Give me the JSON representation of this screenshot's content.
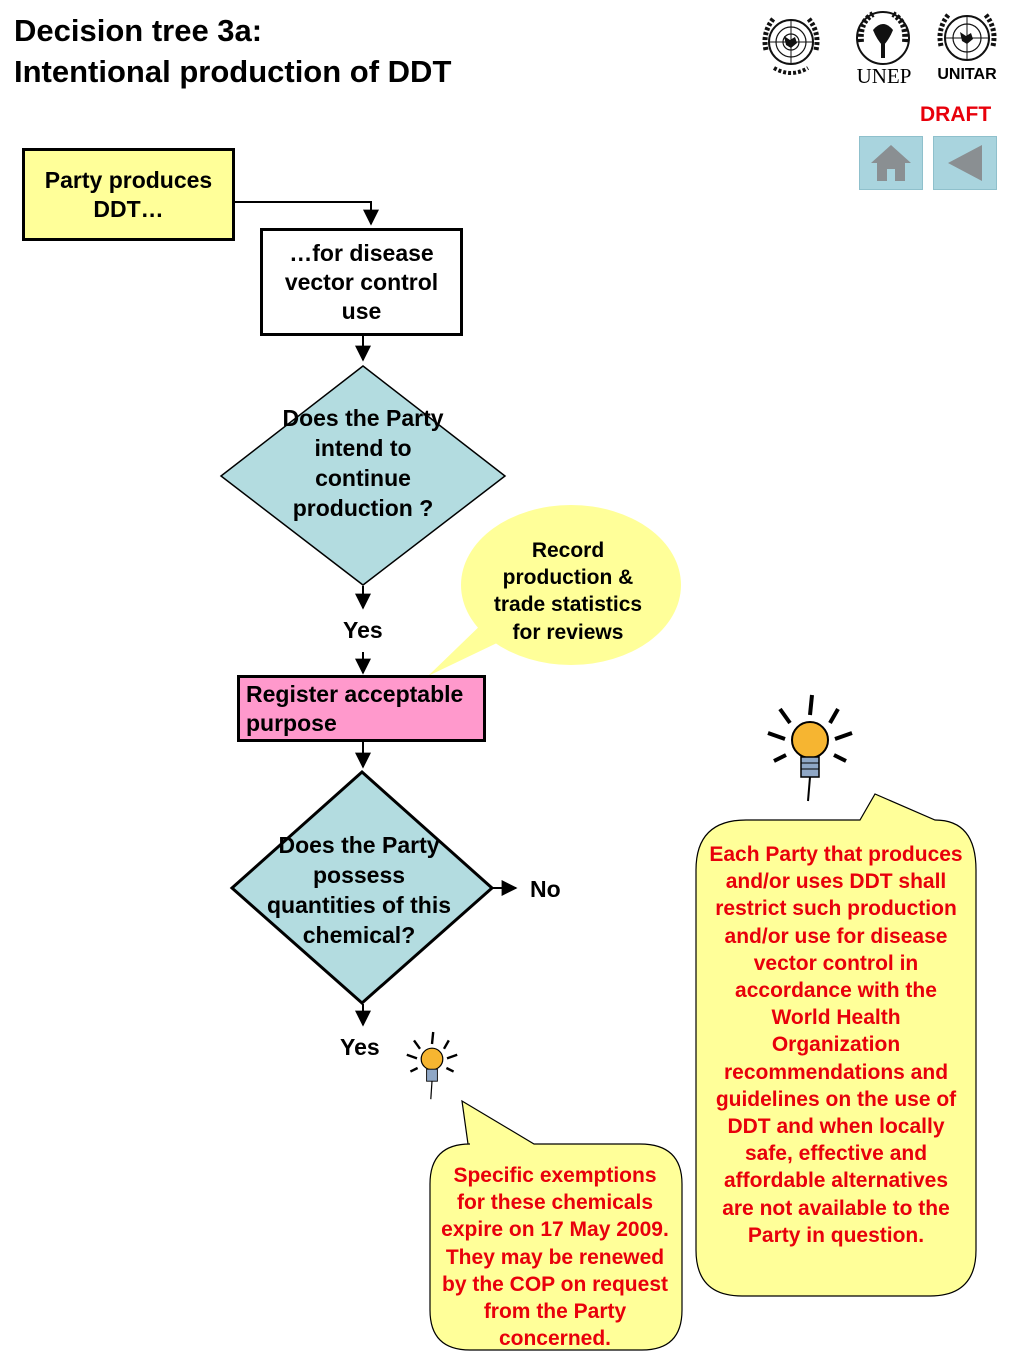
{
  "header": {
    "title_line1": "Decision tree 3a:",
    "title_line2": "Intentional production of DDT",
    "draft": "DRAFT",
    "logos": [
      {
        "name": "un-emblem",
        "text": ""
      },
      {
        "name": "unep-logo",
        "text": "UNEP"
      },
      {
        "name": "unitar-logo",
        "text": "UNITAR"
      }
    ],
    "nav": [
      {
        "name": "home-icon"
      },
      {
        "name": "back-arrow-icon"
      }
    ]
  },
  "flow": {
    "start": "Party produces DDT…",
    "purpose": "…for disease vector control use",
    "decision1": "Does the Party intend to continue production ?",
    "yes1": "Yes",
    "register": "Register acceptable purpose",
    "decision2": "Does the Party possess quantities of this chemical?",
    "no": "No",
    "yes2": "Yes"
  },
  "callouts": {
    "record": "Record production & trade statistics for reviews",
    "who_note": "Each Party that produces and/or uses DDT shall restrict such production and/or use for disease vector control in accordance with the World Health Organization recommendations and guidelines on the use of DDT and when locally safe, effective and affordable alternatives are not available to the Party in question.",
    "exemption_note": "Specific exemptions for these chemicals expire on 17 May 2009. They may be renewed by the COP on request from  the Party concerned."
  },
  "colors": {
    "start_fill": "#ffff99",
    "diamond_fill": "#b3dce0",
    "register_fill": "#ff99cc",
    "callout_fill": "#ffff99",
    "note_text": "#e8000b",
    "nav_button": "#a9d4de"
  }
}
